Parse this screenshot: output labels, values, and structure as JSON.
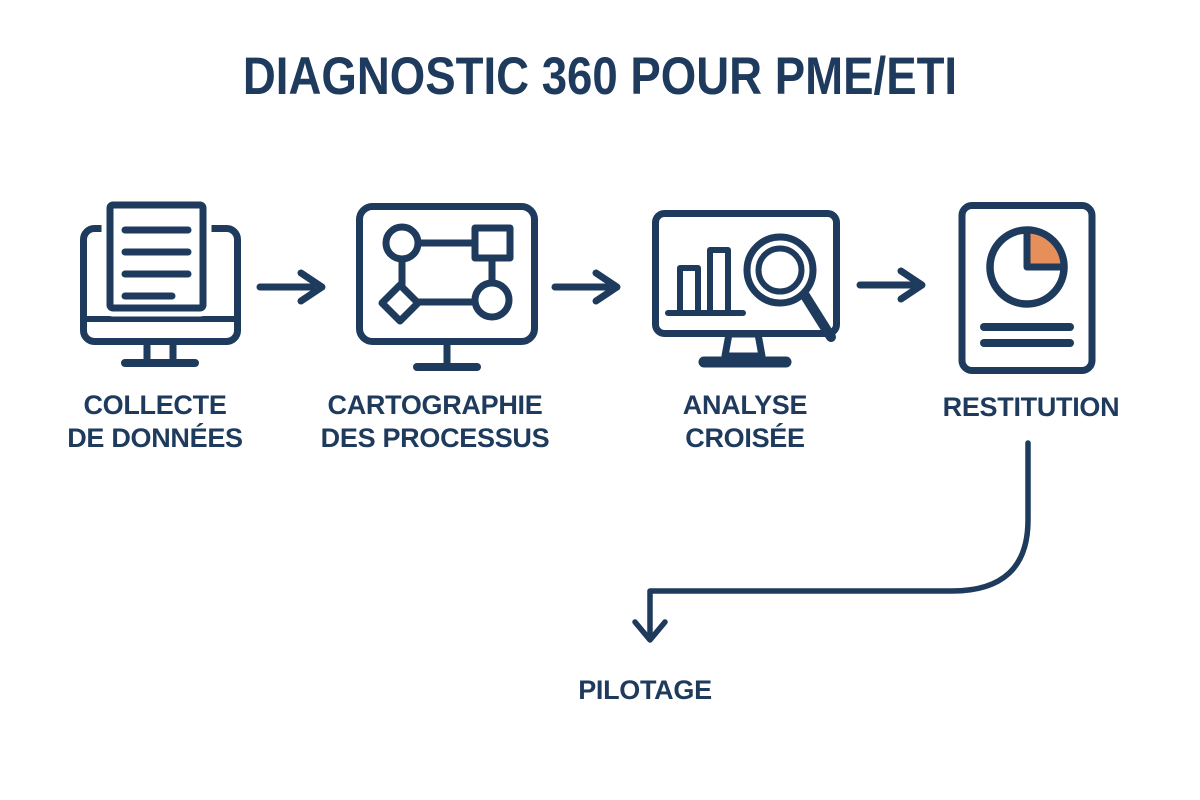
{
  "title": "DIAGNOSTIC 360 POUR PME/ETI",
  "colors": {
    "navy": "#1e3a5c",
    "orange": "#e78f5a",
    "background": "#ffffff"
  },
  "steps": [
    {
      "icon": "monitor-document-icon",
      "label_lines": [
        "COLLECTE",
        "DE DONNÉES"
      ]
    },
    {
      "icon": "monitor-flowchart-icon",
      "label_lines": [
        "CARTOGRAPHIE",
        "DES PROCESSUS"
      ]
    },
    {
      "icon": "monitor-barchart-magnifier-icon",
      "label_lines": [
        "ANALYSE",
        "CROISÉE"
      ]
    },
    {
      "icon": "report-pie-chart-icon",
      "label_lines": [
        "RESTITUTION"
      ]
    }
  ],
  "outcome_label": "PILOTAGE"
}
